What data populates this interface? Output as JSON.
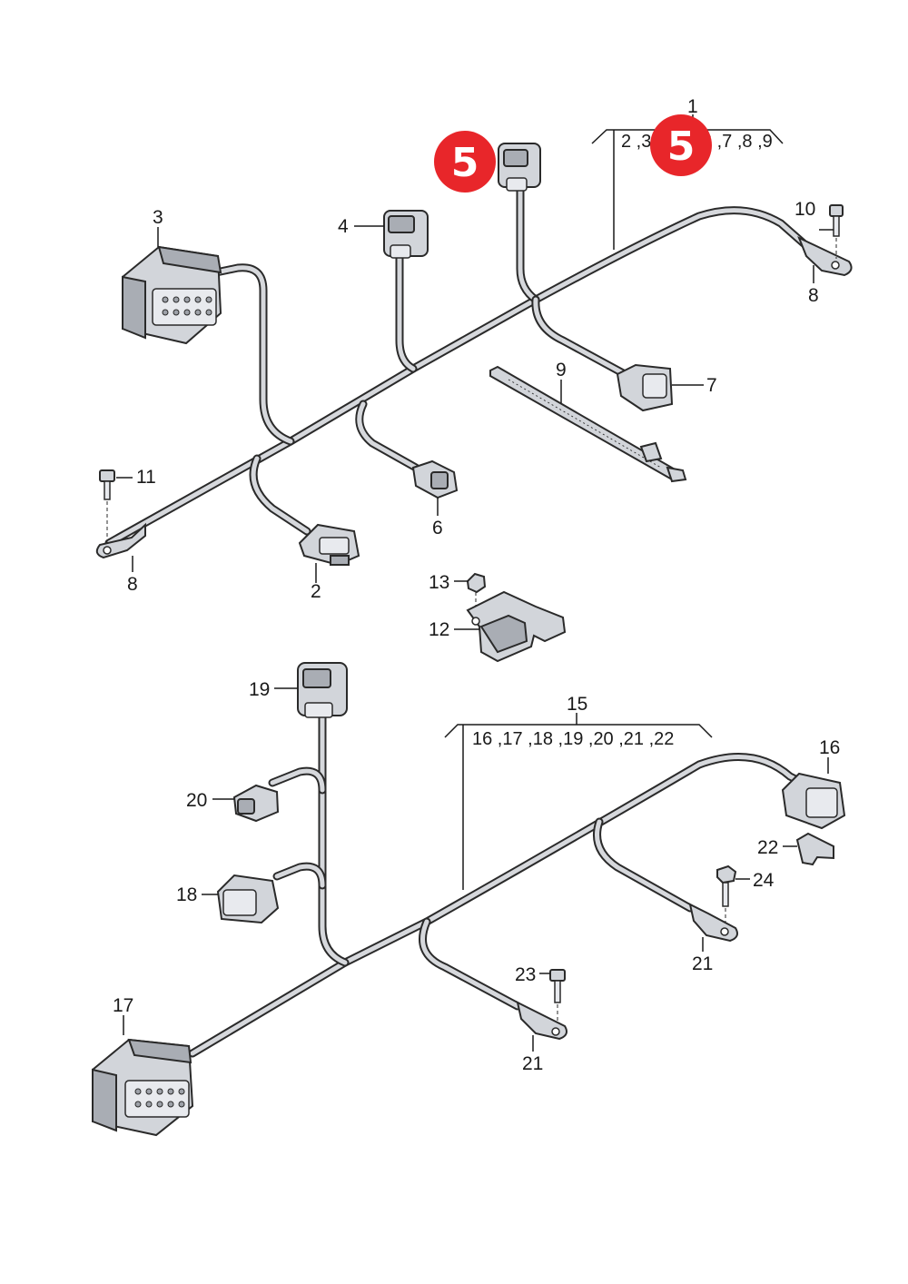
{
  "diagram": {
    "group_1": {
      "number": "1",
      "includes": "2 ,3 ,4 ,5 ,6 ,7 ,8 ,9"
    },
    "group_15": {
      "number": "15",
      "includes": "16 ,17 ,18 ,19 ,20 ,21 ,22"
    },
    "callouts": [
      "2",
      "3",
      "4",
      "6",
      "7",
      "8",
      "8",
      "9",
      "10",
      "11",
      "12",
      "13",
      "16",
      "17",
      "18",
      "19",
      "20",
      "21",
      "21",
      "22",
      "23",
      "24"
    ],
    "highlight_badge": "5",
    "highlight_color": "#e8262a"
  }
}
